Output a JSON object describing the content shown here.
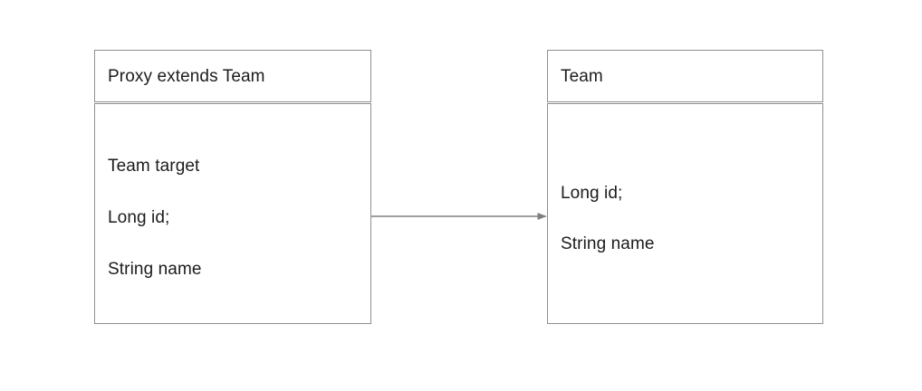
{
  "diagram": {
    "type": "uml-class-diagram",
    "background_color": "#ffffff",
    "border_color": "#8f8f8f",
    "text_color": "#1c1c1c",
    "connector_color": "#7f7f7f",
    "classes": [
      {
        "id": "proxy",
        "title": "Proxy extends Team",
        "members": [
          "Team target",
          "Long id;",
          "String name"
        ]
      },
      {
        "id": "team",
        "title": "Team",
        "members": [
          "Long id;",
          "String name"
        ]
      }
    ],
    "connector": {
      "from": "proxy",
      "to": "team",
      "style": "solid-line",
      "arrowhead": "filled-triangle"
    }
  }
}
